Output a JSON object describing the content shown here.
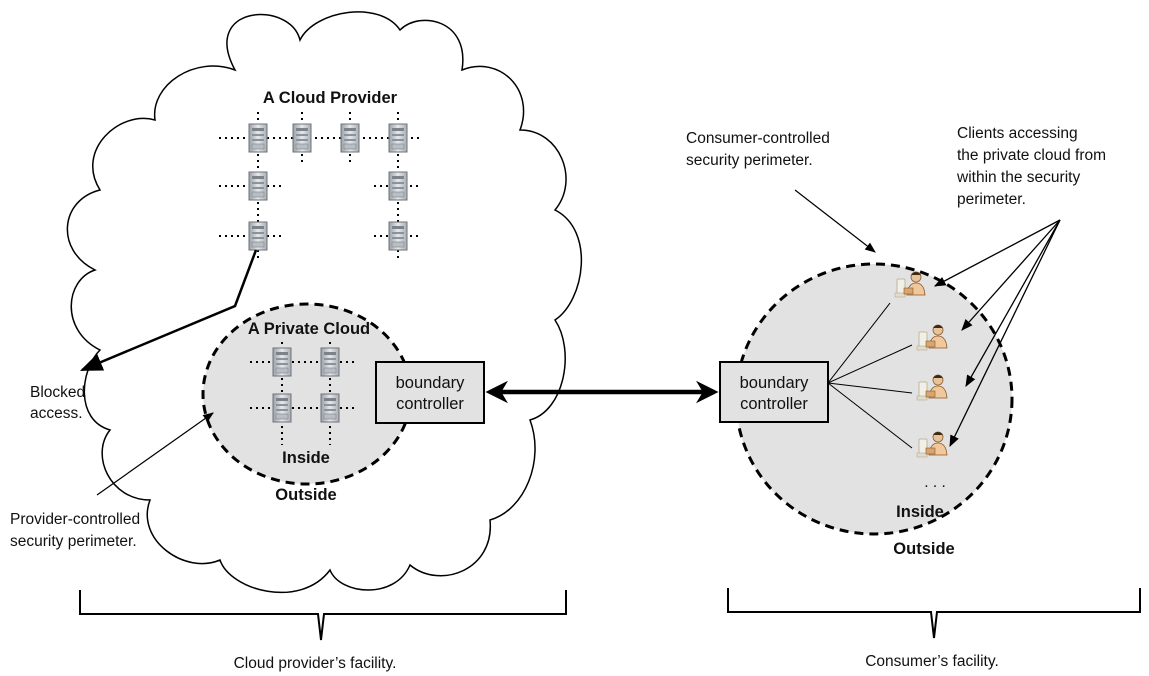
{
  "provider": {
    "cloud_title": "A Cloud Provider",
    "private_cloud_title": "A Private Cloud",
    "inside_label": "Inside",
    "outside_label": "Outside",
    "boundary_line1": "boundary",
    "boundary_line2": "controller",
    "blocked_line1": "Blocked",
    "blocked_line2": "access.",
    "perimeter_line1": "Provider-controlled",
    "perimeter_line2": "security perimeter.",
    "facility_label": "Cloud provider’s facility."
  },
  "consumer": {
    "boundary_line1": "boundary",
    "boundary_line2": "controller",
    "perimeter_line1": "Consumer-controlled",
    "perimeter_line2": "security perimeter.",
    "clients_line1": "Clients accessing",
    "clients_line2": "the private cloud from",
    "clients_line3": "within the security",
    "clients_line4": "perimeter.",
    "ellipsis": ". . .",
    "inside_label": "Inside",
    "outside_label": "Outside",
    "facility_label": "Consumer’s facility."
  },
  "icons": {
    "server": "server-tower-icon",
    "client": "user-at-workstation-icon"
  },
  "colors": {
    "perimeter_fill": "#e2e2e2",
    "line": "#000000"
  }
}
